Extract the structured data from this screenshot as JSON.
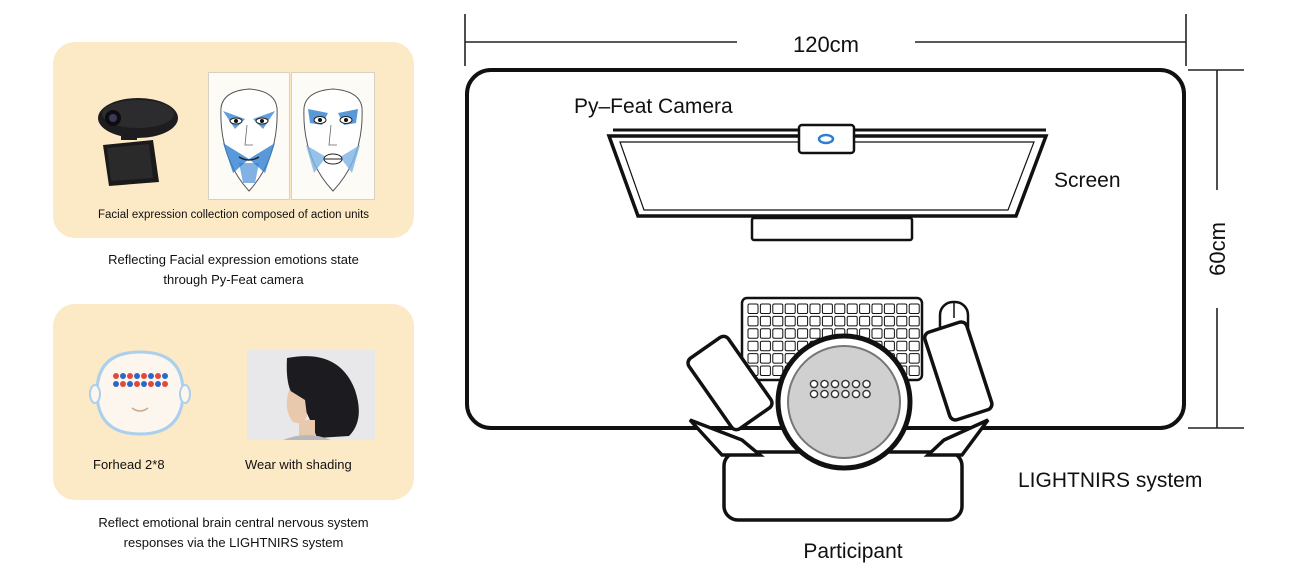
{
  "left_panel": {
    "card1": {
      "caption": "Facial expression collection composed of action units",
      "icons": [
        "webcam-icon",
        "action-unit-face-1",
        "action-unit-face-2"
      ]
    },
    "desc1_line1": "Reflecting Facial expression emotions state",
    "desc1_line2": "through Py-Feat camera",
    "card2": {
      "label_left": "Forhead  2*8",
      "label_right": "Wear with shading",
      "icons": [
        "head-optode-map-icon",
        "shading-cap-photo"
      ]
    },
    "desc2_line1": "Reflect emotional brain central nervous system",
    "desc2_line2": "responses via the LIGHTNIRS system"
  },
  "diagram": {
    "width_label": "120cm",
    "height_label": "60cm",
    "camera_label": "Py–Feat Camera",
    "screen_label": "Screen",
    "system_label": "LIGHTNIRS system",
    "participant_label": "Participant"
  },
  "colors": {
    "card_bg": "#fce9c6",
    "face_blue": "#2f7fd0",
    "optode_red": "#e04a3a",
    "optode_blue": "#2a68c9"
  }
}
